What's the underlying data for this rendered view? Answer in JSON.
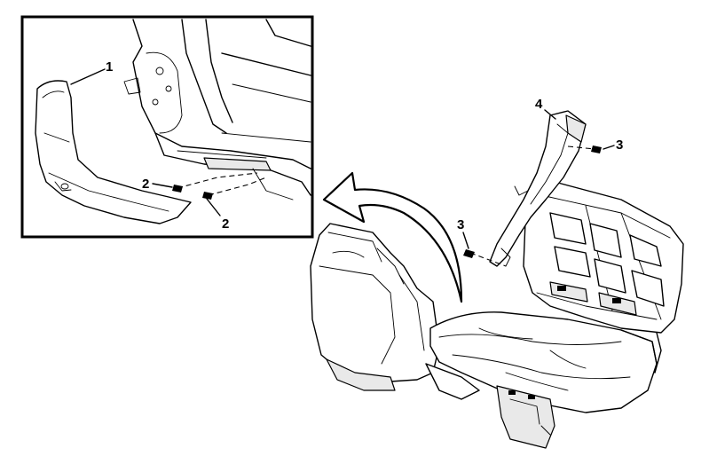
{
  "callouts": {
    "c1": "1",
    "c2a": "2",
    "c2b": "2",
    "c3a": "3",
    "c3b": "3",
    "c4": "4"
  },
  "icons": {
    "arrow": "curved-fold-arrow-icon",
    "fastener": "bolt-icon"
  }
}
